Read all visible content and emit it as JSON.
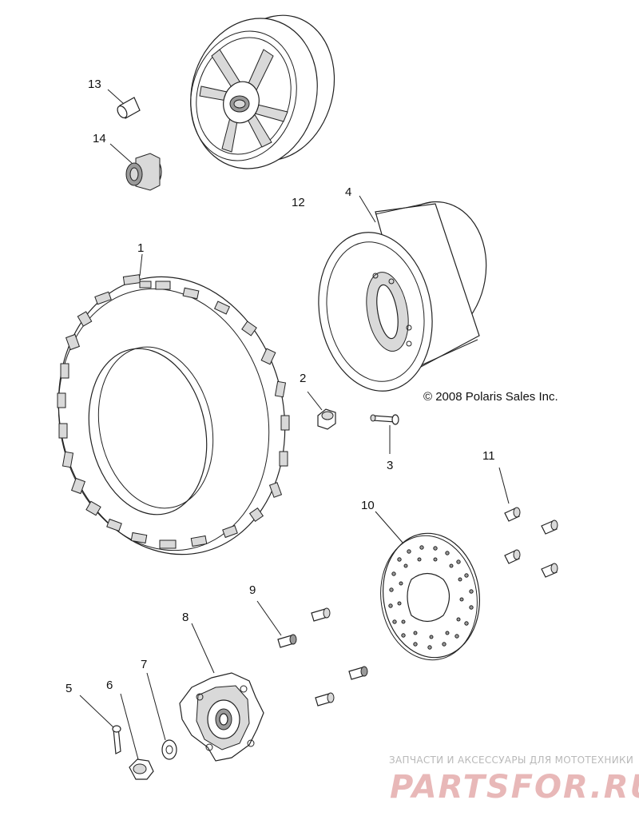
{
  "copyright": "© 2008 Polaris Sales Inc.",
  "callouts": {
    "c1": "1",
    "c2": "2",
    "c3": "3",
    "c4": "4",
    "c5": "5",
    "c6": "6",
    "c7": "7",
    "c8": "8",
    "c9": "9",
    "c10": "10",
    "c11": "11",
    "c12": "12",
    "c13": "13",
    "c14": "14"
  },
  "watermark": {
    "tagline": "ЗАПЧАСТИ И АКСЕССУАРЫ ДЛЯ МОТОТЕХНИКИ",
    "brand": "PARTSFOR.RU"
  }
}
